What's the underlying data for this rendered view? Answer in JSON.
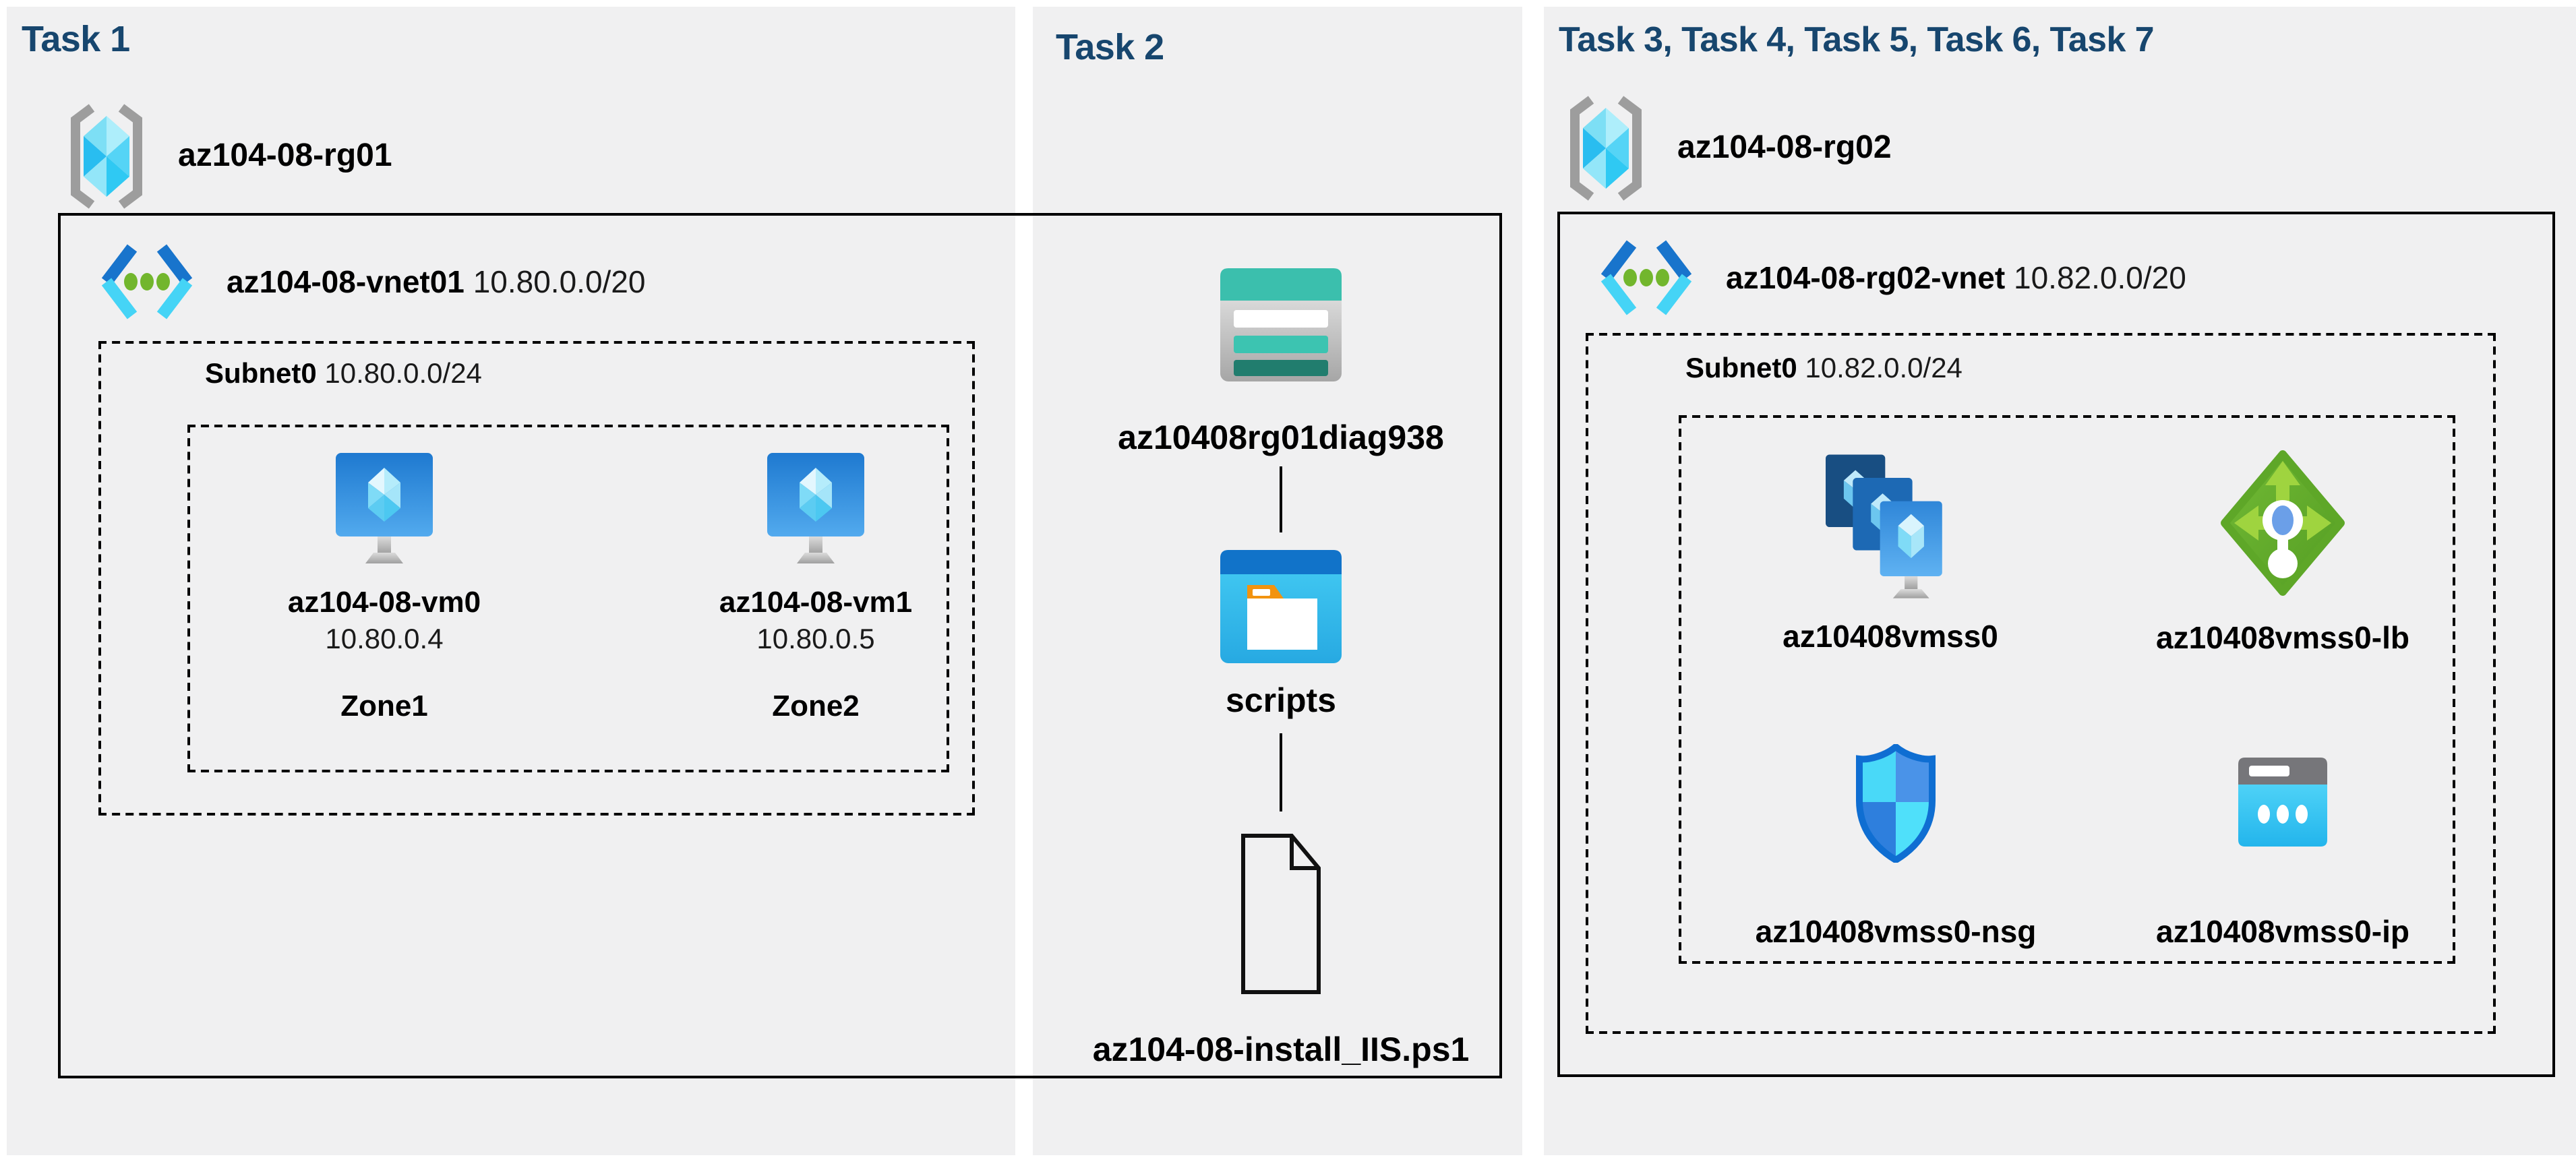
{
  "colors": {
    "page-bg": "#ffffff",
    "panel-bg": "#f0f0f1",
    "title-color": "#17466e",
    "text-color": "#1a1a1a",
    "line-color": "#000000",
    "teal": "#3bbfad",
    "azure-blue": "#1173c9",
    "cyan": "#35c3f1",
    "lb-green": "#63ad2d",
    "nsg-blue": "#0f6ed2"
  },
  "task1": {
    "title": "Task 1",
    "resource_group": "az104-08-rg01",
    "vnet_name": "az104-08-vnet01",
    "vnet_cidr": "10.80.0.0/20",
    "subnet_name": "Subnet0",
    "subnet_cidr": "10.80.0.0/24",
    "vms": [
      {
        "name": "az104-08-vm0",
        "ip": "10.80.0.4",
        "zone": "Zone1"
      },
      {
        "name": "az104-08-vm1",
        "ip": "10.80.0.5",
        "zone": "Zone2"
      }
    ]
  },
  "task2": {
    "title": "Task 2",
    "storage_account": "az10408rg01diag938",
    "container": "scripts",
    "script_file": "az104-08-install_IIS.ps1"
  },
  "task3": {
    "title": "Task 3, Task 4, Task 5, Task 6, Task 7",
    "resource_group": "az104-08-rg02",
    "vnet_name": "az104-08-rg02-vnet",
    "vnet_cidr": "10.82.0.0/20",
    "subnet_name": "Subnet0",
    "subnet_cidr": "10.82.0.0/24",
    "resources": [
      {
        "name": "az10408vmss0",
        "type": "vm-scale-set"
      },
      {
        "name": "az10408vmss0-lb",
        "type": "load-balancer"
      },
      {
        "name": "az10408vmss0-nsg",
        "type": "network-security-group"
      },
      {
        "name": "az10408vmss0-ip",
        "type": "public-ip"
      }
    ]
  }
}
